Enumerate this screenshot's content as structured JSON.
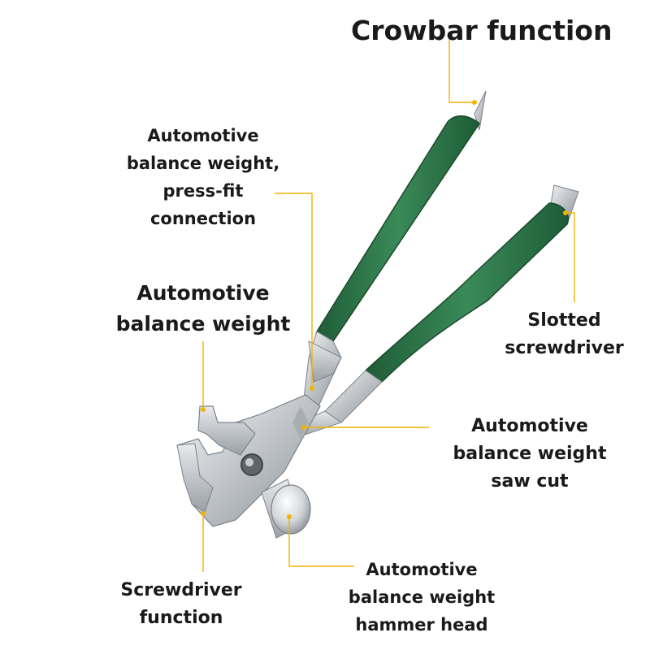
{
  "colors": {
    "accent_line": "#f0b400",
    "handle_green": "#2f7a4c",
    "text": "#1a1a1a"
  },
  "labels": {
    "crowbar": [
      "Crowbar function"
    ],
    "press_fit": [
      "Automotive",
      "balance weight,",
      "press-fit",
      "connection"
    ],
    "balance_weight": [
      "Automotive",
      "balance weight"
    ],
    "slotted": [
      "Slotted",
      "screwdriver"
    ],
    "saw_cut": [
      "Automotive",
      "balance weight",
      "saw cut"
    ],
    "screwdriver": [
      "Screwdriver",
      "function"
    ],
    "hammer": [
      "Automotive",
      "balance weight",
      "hammer head"
    ]
  }
}
